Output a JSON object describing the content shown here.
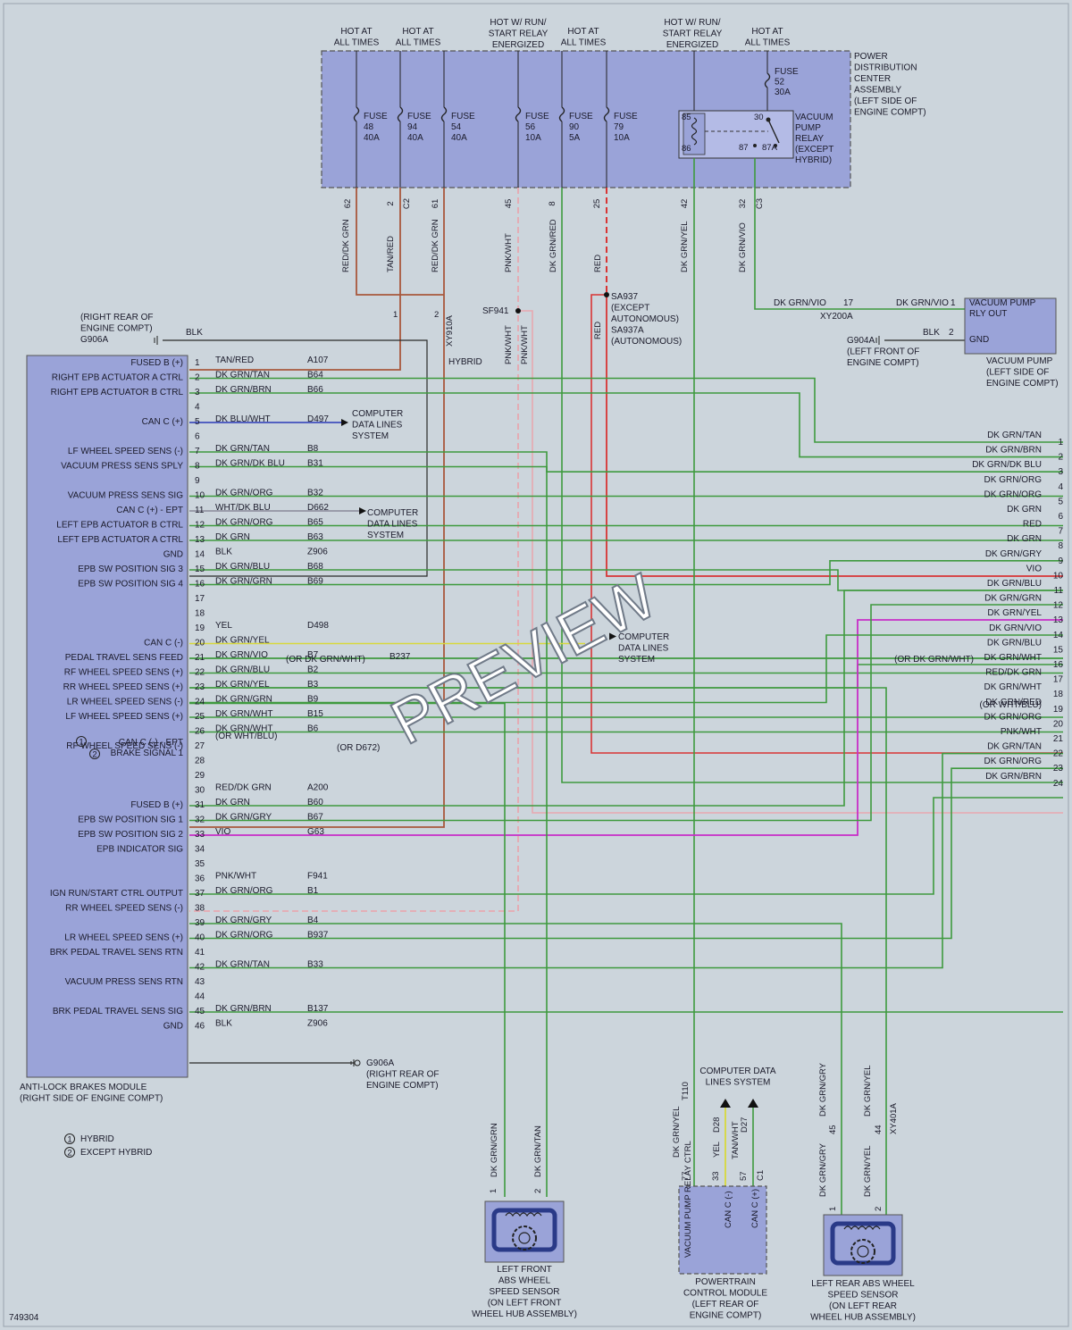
{
  "diagram_id": "749304",
  "watermark": "PREVIEW",
  "colors": {
    "background": "#ccd5dc",
    "box_fill": "#9aa3d8",
    "green": "#3e9a3e",
    "brown": "#a8583c",
    "red": "#d83434",
    "pink": "#e8a8b0",
    "violet": "#c82ec8",
    "black": "#2a2a2a",
    "blue": "#2a3ab8",
    "yellow": "#d8d83c",
    "grey": "#8a8a9a"
  },
  "pdc": {
    "label_lines": [
      "POWER",
      "DISTRIBUTION",
      "CENTER",
      "ASSEMBLY",
      "(LEFT SIDE OF",
      "ENGINE COMPT)"
    ],
    "hot_labels": [
      {
        "lines": [
          "HOT AT",
          "ALL TIMES"
        ]
      },
      {
        "lines": [
          "HOT AT",
          "ALL TIMES"
        ]
      },
      {
        "lines": [
          "HOT W/ RUN/",
          "START RELAY",
          "ENERGIZED"
        ]
      },
      {
        "lines": [
          "HOT AT",
          "ALL TIMES"
        ]
      },
      {
        "lines": [
          "HOT W/ RUN/",
          "START RELAY",
          "ENERGIZED"
        ]
      },
      {
        "lines": [
          "HOT AT",
          "ALL TIMES"
        ]
      }
    ],
    "fuses": [
      {
        "lines": [
          "FUSE",
          "48",
          "40A"
        ]
      },
      {
        "lines": [
          "FUSE",
          "94",
          "40A"
        ]
      },
      {
        "lines": [
          "FUSE",
          "54",
          "40A"
        ]
      },
      {
        "lines": [
          "FUSE",
          "56",
          "10A"
        ]
      },
      {
        "lines": [
          "FUSE",
          "90",
          "5A"
        ]
      },
      {
        "lines": [
          "FUSE",
          "79",
          "10A"
        ]
      },
      {
        "lines": [
          "FUSE",
          "52",
          "30A"
        ]
      }
    ],
    "relay": {
      "label_lines": [
        "VACUUM",
        "PUMP",
        "RELAY",
        "(EXCEPT",
        "HYBRID)"
      ],
      "terminals": [
        "85",
        "30",
        "86",
        "87",
        "87A"
      ]
    },
    "cavities": [
      "62",
      "2",
      "C2",
      "61",
      "45",
      "8",
      "25",
      "42",
      "32",
      "C3"
    ],
    "wire_labels": [
      "RED/DK GRN",
      "TAN/RED",
      "RED/DK GRN",
      "PNK/WHT",
      "DK GRN/RED",
      "RED",
      "DK GRN/YEL",
      "DK GRN/VIO"
    ]
  },
  "splices": {
    "xy910a": "XY910A",
    "hybrid": "HYBRID",
    "p1": "1",
    "p2": "2",
    "sf941": "SF941",
    "sa937_lines": [
      "SA937",
      "(EXCEPT",
      "AUTONOMOUS)",
      "SA937A",
      "(AUTONOMOUS)"
    ],
    "v_pnkwht1": "PNK/WHT",
    "v_pnkwht2": "PNK/WHT",
    "v_red": "RED"
  },
  "ground_g906a_top": {
    "lines": [
      "(RIGHT REAR OF",
      "ENGINE COMPT)",
      "G906A"
    ],
    "wire": "BLK"
  },
  "vacuum_pump": {
    "conn_lines": [
      "VACUUM PUMP",
      "RLY OUT"
    ],
    "gnd": "GND",
    "wire1": "DK GRN/VIO",
    "pin1": "1",
    "wire2": "BLK",
    "pin2": "2",
    "xy200a": "XY200A",
    "pdc_wire": "DK GRN/VIO",
    "pdc_pin": "17",
    "g904a_lines": [
      "G904A",
      "(LEFT FRONT OF",
      "ENGINE COMPT)"
    ],
    "label_lines": [
      "VACUUM PUMP",
      "(LEFT SIDE OF",
      "ENGINE COMPT)"
    ]
  },
  "abs": {
    "label_lines": [
      "ANTI-LOCK BRAKES MODULE",
      "(RIGHT SIDE OF ENGINE COMPT)"
    ],
    "pins": [
      {
        "n": "1",
        "sig": "FUSED B (+)",
        "wire": "TAN/RED",
        "code": "A107"
      },
      {
        "n": "2",
        "sig": "RIGHT EPB ACTUATOR A CTRL",
        "wire": "DK GRN/TAN",
        "code": "B64"
      },
      {
        "n": "3",
        "sig": "RIGHT EPB ACTUATOR B CTRL",
        "wire": "DK GRN/BRN",
        "code": "B66"
      },
      {
        "n": "4",
        "sig": "",
        "wire": "",
        "code": ""
      },
      {
        "n": "5",
        "sig": "CAN C (+)",
        "wire": "DK BLU/WHT",
        "code": "D497"
      },
      {
        "n": "6",
        "sig": "",
        "wire": "",
        "code": ""
      },
      {
        "n": "7",
        "sig": "LF WHEEL SPEED SENS (-)",
        "wire": "DK GRN/TAN",
        "code": "B8"
      },
      {
        "n": "8",
        "sig": "VACUUM PRESS SENS SPLY",
        "wire": "DK GRN/DK BLU",
        "code": "B31"
      },
      {
        "n": "9",
        "sig": "",
        "wire": "",
        "code": ""
      },
      {
        "n": "10",
        "sig": "VACUUM PRESS SENS SIG",
        "wire": "DK GRN/ORG",
        "code": "B32"
      },
      {
        "n": "11",
        "sig": "CAN C (+) - EPT",
        "wire": "WHT/DK BLU",
        "code": "D662"
      },
      {
        "n": "12",
        "sig": "LEFT EPB ACTUATOR B CTRL",
        "wire": "DK GRN/ORG",
        "code": "B65"
      },
      {
        "n": "13",
        "sig": "LEFT EPB ACTUATOR A CTRL",
        "wire": "DK GRN",
        "code": "B63"
      },
      {
        "n": "14",
        "sig": "GND",
        "wire": "BLK",
        "code": "Z906"
      },
      {
        "n": "15",
        "sig": "EPB SW POSITION SIG 3",
        "wire": "DK GRN/BLU",
        "code": "B68"
      },
      {
        "n": "16",
        "sig": "EPB SW POSITION SIG 4",
        "wire": "DK GRN/GRN",
        "code": "B69"
      },
      {
        "n": "17",
        "sig": "",
        "wire": "",
        "code": ""
      },
      {
        "n": "18",
        "sig": "",
        "wire": "",
        "code": ""
      },
      {
        "n": "19",
        "sig": "",
        "wire": "YEL",
        "code": "D498"
      },
      {
        "n": "20",
        "sig": "CAN C (-)",
        "wire": "DK GRN/YEL",
        "code": ""
      },
      {
        "n": "21",
        "sig": "PEDAL TRAVEL SENS FEED",
        "wire": "DK GRN/VIO",
        "code": "B7"
      },
      {
        "n": "22",
        "sig": "RF WHEEL SPEED SENS (+)",
        "wire": "DK GRN/BLU",
        "code": "B2"
      },
      {
        "n": "23",
        "sig": "RR WHEEL SPEED SENS (+)",
        "wire": "DK GRN/YEL",
        "code": "B3"
      },
      {
        "n": "24",
        "sig": "LR WHEEL SPEED SENS (-)",
        "wire": "DK GRN/GRN",
        "code": "B9"
      },
      {
        "n": "25",
        "sig": "LF WHEEL SPEED SENS (+)",
        "wire": "DK GRN/WHT",
        "code": "B15"
      },
      {
        "n": "26",
        "sig": "",
        "wire": "DK GRN/WHT",
        "code": "B6"
      },
      {
        "n": "27",
        "sig": "RF WHEEL SPEED SENS (-)",
        "wire": "",
        "code": ""
      },
      {
        "n": "28",
        "sig": "",
        "wire": "",
        "code": ""
      },
      {
        "n": "29",
        "sig": "",
        "wire": "",
        "code": ""
      },
      {
        "n": "30",
        "sig": "",
        "wire": "RED/DK GRN",
        "code": "A200"
      },
      {
        "n": "31",
        "sig": "FUSED B (+)",
        "wire": "DK GRN",
        "code": "B60"
      },
      {
        "n": "32",
        "sig": "EPB SW POSITION SIG 1",
        "wire": "DK GRN/GRY",
        "code": "B67"
      },
      {
        "n": "33",
        "sig": "EPB SW POSITION SIG 2",
        "wire": "VIO",
        "code": "G63"
      },
      {
        "n": "34",
        "sig": "EPB INDICATOR SIG",
        "wire": "",
        "code": ""
      },
      {
        "n": "35",
        "sig": "",
        "wire": "",
        "code": ""
      },
      {
        "n": "36",
        "sig": "",
        "wire": "PNK/WHT",
        "code": "F941"
      },
      {
        "n": "37",
        "sig": "IGN RUN/START CTRL OUTPUT",
        "wire": "DK GRN/ORG",
        "code": "B1"
      },
      {
        "n": "38",
        "sig": "RR WHEEL SPEED SENS (-)",
        "wire": "",
        "code": ""
      },
      {
        "n": "39",
        "sig": "",
        "wire": "DK GRN/GRY",
        "code": "B4"
      },
      {
        "n": "40",
        "sig": "LR WHEEL SPEED SENS (+)",
        "wire": "DK GRN/ORG",
        "code": "B937"
      },
      {
        "n": "41",
        "sig": "BRK PEDAL TRAVEL SENS RTN",
        "wire": "",
        "code": ""
      },
      {
        "n": "42",
        "sig": "",
        "wire": "DK GRN/TAN",
        "code": "B33"
      },
      {
        "n": "43",
        "sig": "VACUUM PRESS SENS RTN",
        "wire": "",
        "code": ""
      },
      {
        "n": "44",
        "sig": "",
        "wire": "",
        "code": ""
      },
      {
        "n": "45",
        "sig": "BRK PEDAL TRAVEL SENS SIG",
        "wire": "DK GRN/BRN",
        "code": "B137"
      },
      {
        "n": "46",
        "sig": "GND",
        "wire": "BLK",
        "code": "Z906"
      }
    ],
    "pin25_alt": "(OR WHT/BLU)",
    "pin25_alt2": "(OR D672)",
    "pin20_alt": "(OR DK GRN/WHT)",
    "pin20_splice": "B237",
    "can_ept_label": "CAN C (-) - EPT",
    "brake_signal_label": "BRAKE SIGNAL 1",
    "cdl_lines": [
      "COMPUTER",
      "DATA LINES",
      "SYSTEM"
    ],
    "g906a_bottom_lines": [
      "G906A",
      "(RIGHT REAR OF",
      "ENGINE COMPT)"
    ]
  },
  "legend": [
    {
      "n": "1",
      "text": "HYBRID"
    },
    {
      "n": "2",
      "text": "EXCEPT HYBRID"
    }
  ],
  "right_connector": {
    "entries": [
      {
        "pin": "1",
        "wire": "DK GRN/TAN"
      },
      {
        "pin": "2",
        "wire": "DK GRN/BRN"
      },
      {
        "pin": "3",
        "wire": "DK GRN/DK BLU"
      },
      {
        "pin": "4",
        "wire": "DK GRN/ORG"
      },
      {
        "pin": "5",
        "wire": "DK GRN/ORG"
      },
      {
        "pin": "6",
        "wire": "DK GRN"
      },
      {
        "pin": "7",
        "wire": "RED"
      },
      {
        "pin": "8",
        "wire": "DK GRN"
      },
      {
        "pin": "9",
        "wire": "DK GRN/GRY"
      },
      {
        "pin": "10",
        "wire": "VIO"
      },
      {
        "pin": "11",
        "wire": "DK GRN/BLU"
      },
      {
        "pin": "12",
        "wire": "DK GRN/GRN"
      },
      {
        "pin": "13",
        "wire": "DK GRN/YEL"
      },
      {
        "pin": "14",
        "wire": "DK GRN/VIO"
      },
      {
        "pin": "15",
        "wire": "DK GRN/BLU"
      },
      {
        "pin": "16",
        "wire": "DK GRN/WHT"
      },
      {
        "pin": "17",
        "wire": "RED/DK GRN"
      },
      {
        "pin": "18",
        "wire": "DK GRN/WHT"
      },
      {
        "pin": "19",
        "wire": "DK GRN/RED"
      },
      {
        "pin": "20",
        "wire": "DK GRN/ORG"
      },
      {
        "pin": "21",
        "wire": "PNK/WHT"
      },
      {
        "pin": "22",
        "wire": "DK GRN/TAN"
      },
      {
        "pin": "23",
        "wire": "DK GRN/ORG"
      },
      {
        "pin": "24",
        "wire": "DK GRN/BRN"
      }
    ],
    "alt13": "(OR DK GRN/WHT)",
    "alt16": "(OR WHT/BLU)"
  },
  "lf_sensor": {
    "label_lines": [
      "LEFT FRONT",
      "ABS WHEEL",
      "SPEED SENSOR",
      "(ON LEFT FRONT",
      "WHEEL HUB ASSEMBLY)"
    ],
    "wire1": "DK GRN/GRN",
    "wire2": "DK GRN/TAN",
    "pin1": "1",
    "pin2": "2"
  },
  "pcm": {
    "label_lines": [
      "POWERTRAIN",
      "CONTROL MODULE",
      "(LEFT REAR OF",
      "ENGINE COMPT)"
    ],
    "cdl_lines": [
      "COMPUTER DATA",
      "LINES SYSTEM"
    ],
    "t110": "T110",
    "d28": "D28",
    "d27": "D27",
    "wire_gy": "DK GRN/YEL",
    "wire_y": "YEL",
    "wire_tw": "TAN/WHT",
    "pins": [
      "77",
      "33",
      "57",
      "C1"
    ],
    "sig1": "VACUUM PUMP RELAY CTRL",
    "sig2": "CAN C (-)",
    "sig3": "CAN C (+)"
  },
  "lr_sensor": {
    "label_lines": [
      "LEFT REAR ABS WHEEL",
      "SPEED SENSOR",
      "(ON LEFT REAR",
      "WHEEL HUB ASSEMBLY)"
    ],
    "wire_gry": "DK GRN/GRY",
    "wire_yel": "DK GRN/YEL",
    "pin45": "45",
    "pin44": "44",
    "xy401a": "XY401A",
    "pin1": "1",
    "pin2": "2"
  }
}
